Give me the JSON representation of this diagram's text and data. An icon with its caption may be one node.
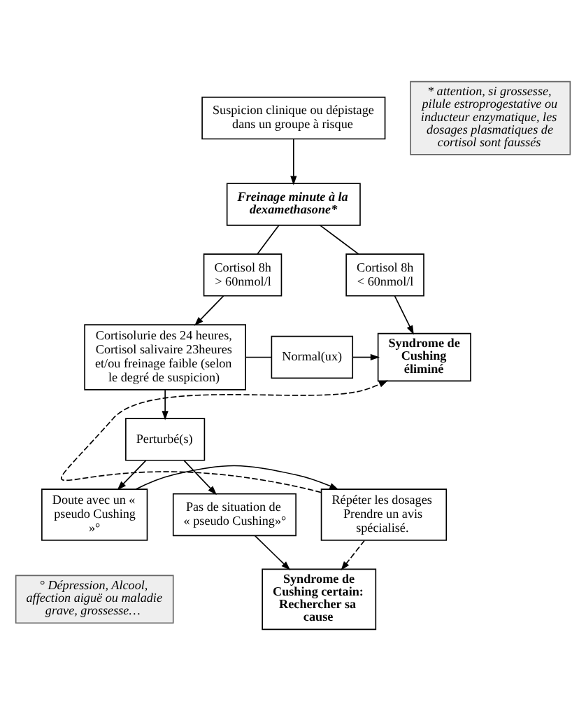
{
  "diagram": {
    "nodes": [
      {
        "text": [
          "Suspicion clinique ou dépistage dans un groupe à risque"
        ]
      },
      {
        "text": [
          "Freinage minute à la dexamethasone*"
        ]
      },
      {
        "text": [
          "* attention, si grossesse, pilule estroprogestative ou inducteur enzymatique, les dosages plasmatiques de cortisol sont faussés"
        ]
      },
      {
        "text": [
          "Cortisol 8h < 60nmol/l"
        ]
      },
      {
        "text": [
          "Cortisol 8h > 60nmol/l"
        ]
      },
      {
        "text": [
          "Syndrome de Cushing éliminé"
        ]
      },
      {
        "text": [
          "Cortisolurie des 24 heures, Cortisol salivaire 23heures et/ou freinage faible (selon le degré de suspicion)"
        ]
      },
      {
        "text": [
          "Normal(ux)"
        ]
      },
      {
        "text": [
          "Perturbé(s)"
        ]
      },
      {
        "text": [
          "Répéter les dosages Prendre un avis spécialisé."
        ]
      },
      {
        "text": [
          "Doute avec un « pseudo Cushing »°"
        ]
      },
      {
        "text": [
          "Pas de situation de « pseudo Cushing»°"
        ]
      },
      {
        "text": [
          "° Dépression, Alcool, affection aiguë ou maladie grave, grossesse…"
        ]
      },
      {
        "text": [
          "Syndrome de Cushing certain: Rechercher sa cause"
        ]
      }
    ],
    "edges": [
      {
        "from": 0,
        "to": 1,
        "arrow": "to"
      },
      {
        "from": 1,
        "to": 3,
        "arrow": "none"
      },
      {
        "from": 1,
        "to": 4,
        "arrow": "none"
      },
      {
        "from": 3,
        "to": 5,
        "arrow": "to"
      },
      {
        "from": 4,
        "to": 6,
        "arrow": "to"
      },
      {
        "from": 6,
        "to": 7,
        "arrow": "none"
      },
      {
        "from": 7,
        "to": 5,
        "arrow": "to"
      },
      {
        "from": 6,
        "to": 8,
        "arrow": "to"
      },
      {
        "from": 8,
        "to": 10,
        "arrow": "to"
      },
      {
        "from": 8,
        "to": 11,
        "arrow": "to"
      },
      {
        "from": 10,
        "to": 9,
        "arrow": "to"
      },
      {
        "from": 11,
        "to": 13,
        "arrow": "to"
      },
      {
        "from": 9,
        "to": 5,
        "arrow": "to",
        "style": "dashed"
      },
      {
        "from": 9,
        "to": 13,
        "arrow": "to",
        "style": "dashed"
      }
    ]
  }
}
